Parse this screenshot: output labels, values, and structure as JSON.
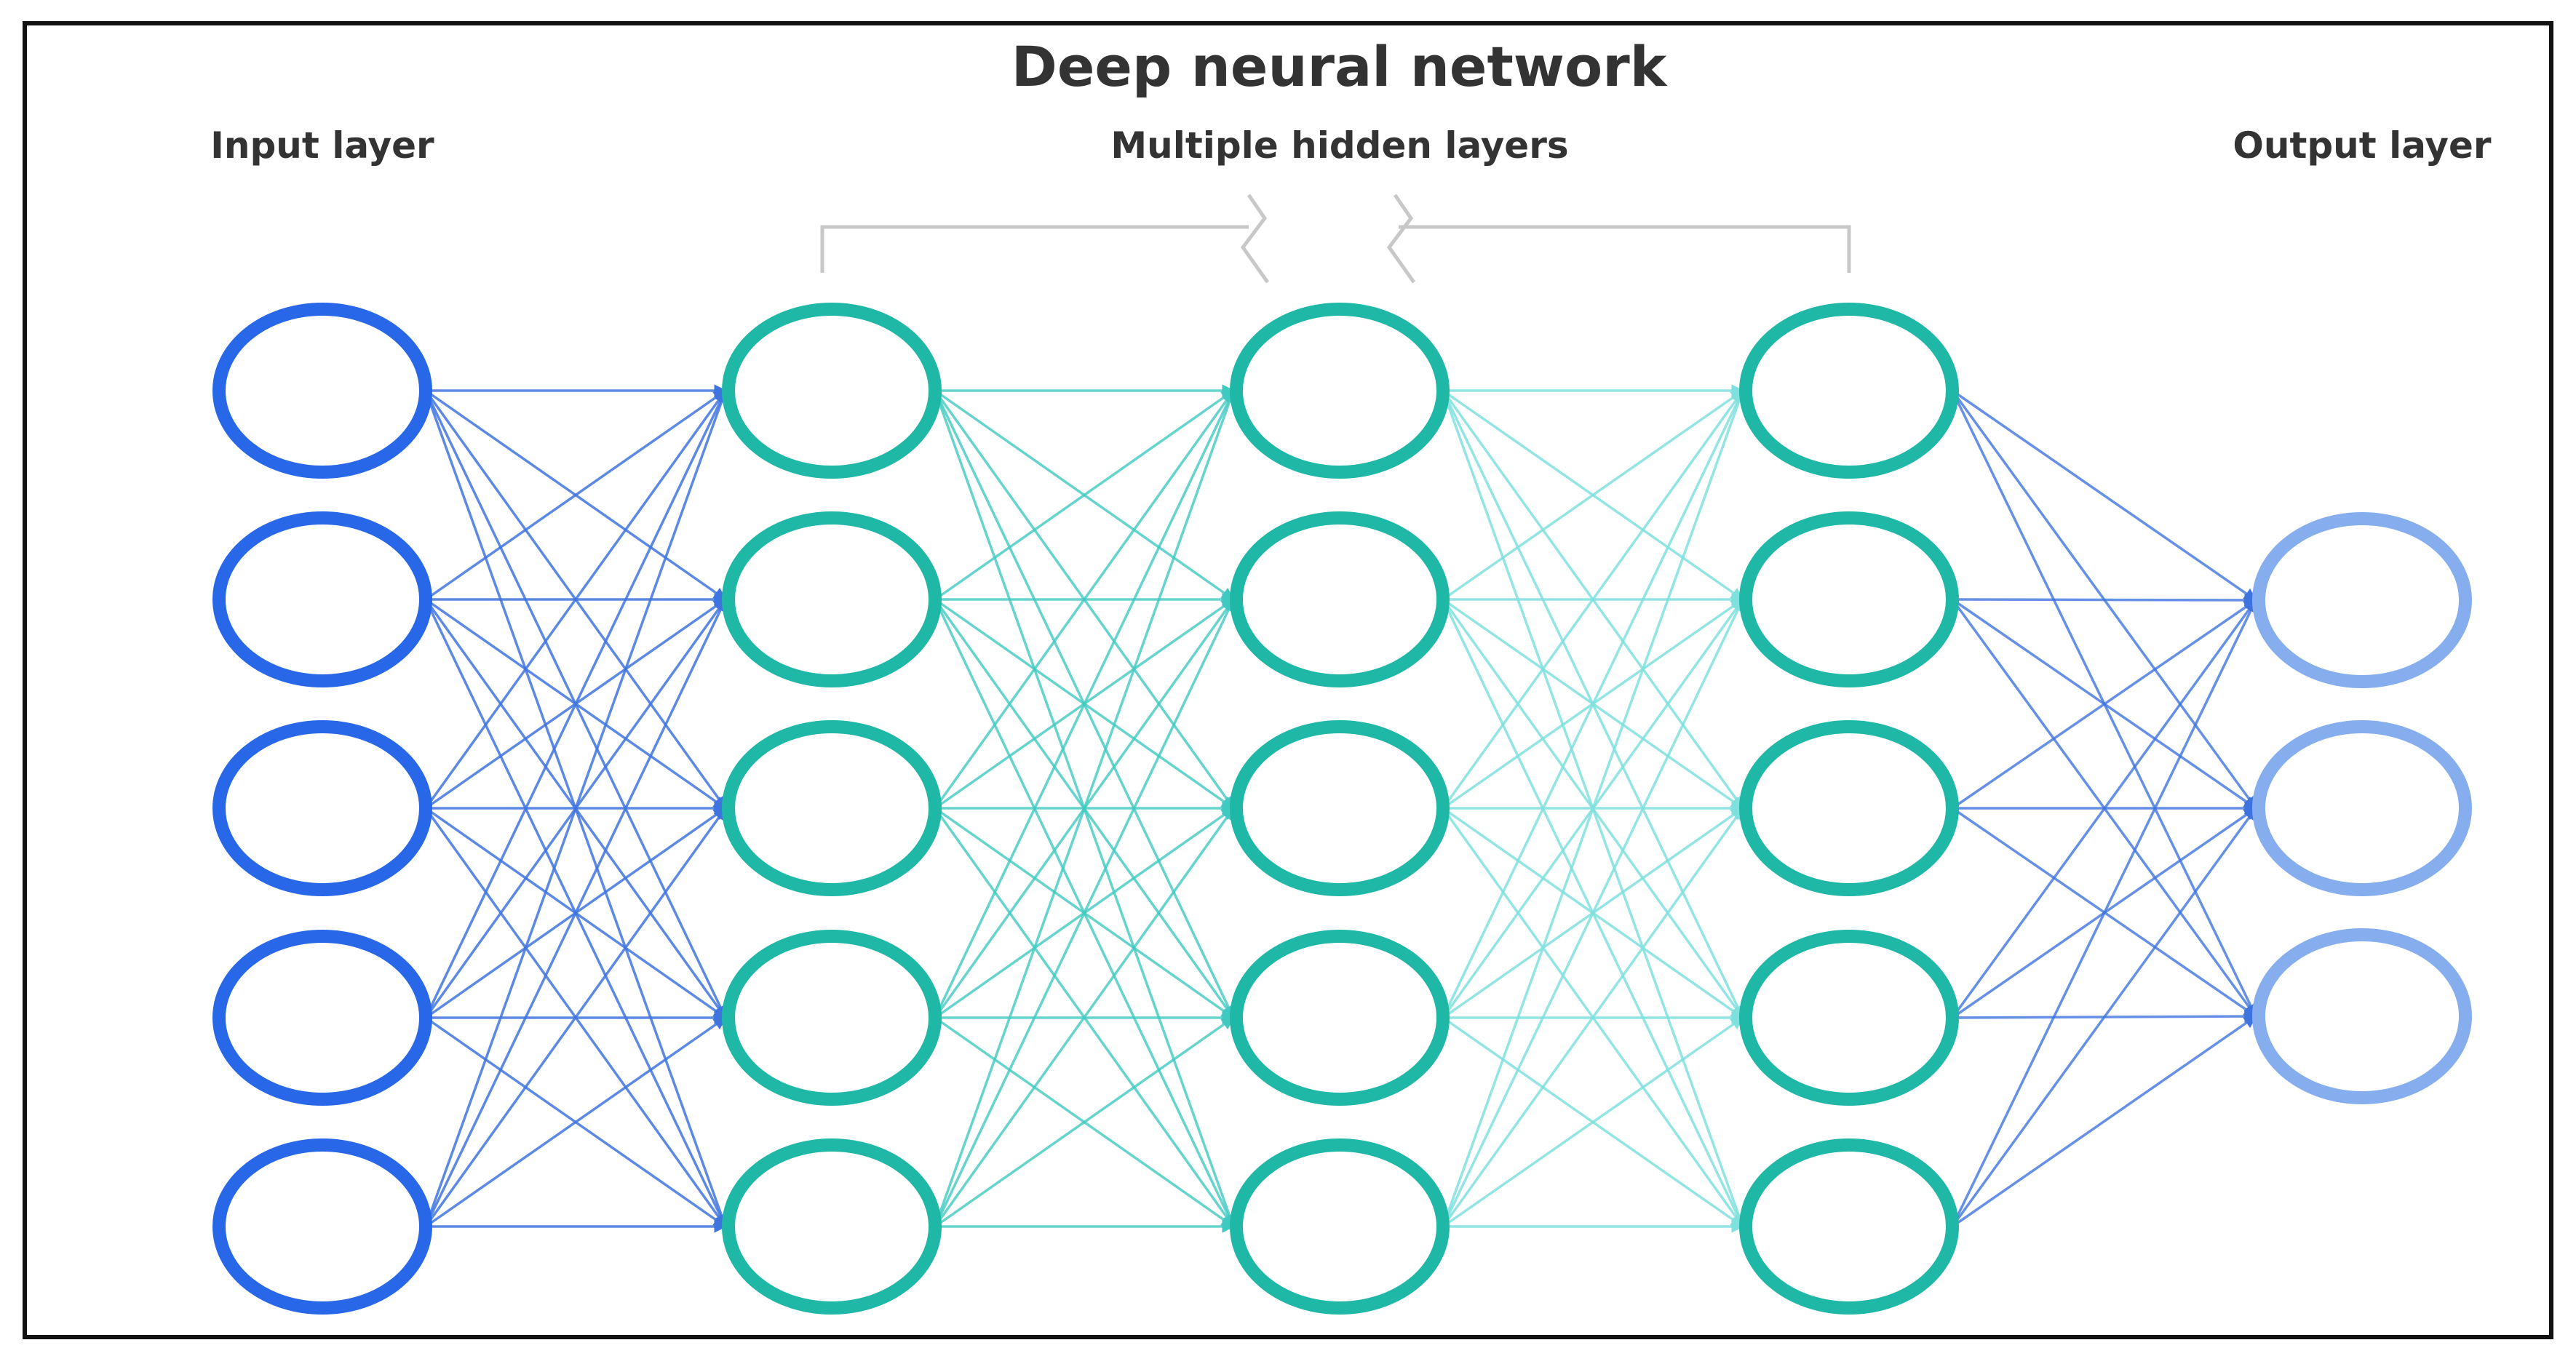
{
  "title": "Deep neural network",
  "labels": {
    "input": "Input layer",
    "hidden": "Multiple hidden layers",
    "output": "Output layer"
  },
  "layers": [
    {
      "key": "input",
      "nodes": 5
    },
    {
      "key": "hidden-1",
      "nodes": 5
    },
    {
      "key": "hidden-2",
      "nodes": 5
    },
    {
      "key": "hidden-3",
      "nodes": 5
    },
    {
      "key": "output",
      "nodes": 3
    }
  ],
  "colors": {
    "frame": "#111111",
    "text": "#333333",
    "input_node": "#2868e8",
    "hidden_node": "#1fb8a6",
    "output_node": "#86aeee",
    "edge_blue": "#3f74de",
    "edge_teal": "#3fc9c0",
    "edge_light": "#7fe0de",
    "bracket": "#c8c8c8"
  }
}
